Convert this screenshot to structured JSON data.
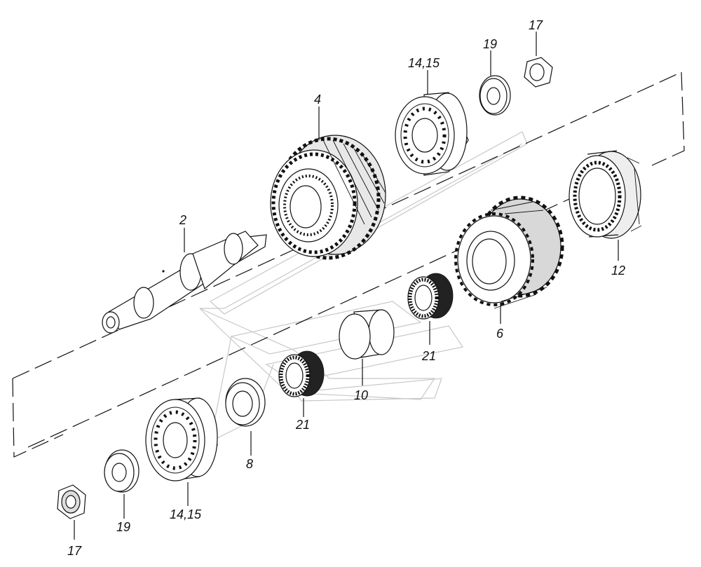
{
  "callouts": {
    "part_2": "2",
    "part_4": "4",
    "part_6": "6",
    "part_8": "8",
    "part_10": "10",
    "part_12": "12",
    "part_14_15_top": "14,15",
    "part_14_15_bottom": "14,15",
    "part_17_top": "17",
    "part_17_bottom": "17",
    "part_19_top": "19",
    "part_19_bottom": "19",
    "part_21_left": "21",
    "part_21_right": "21"
  }
}
